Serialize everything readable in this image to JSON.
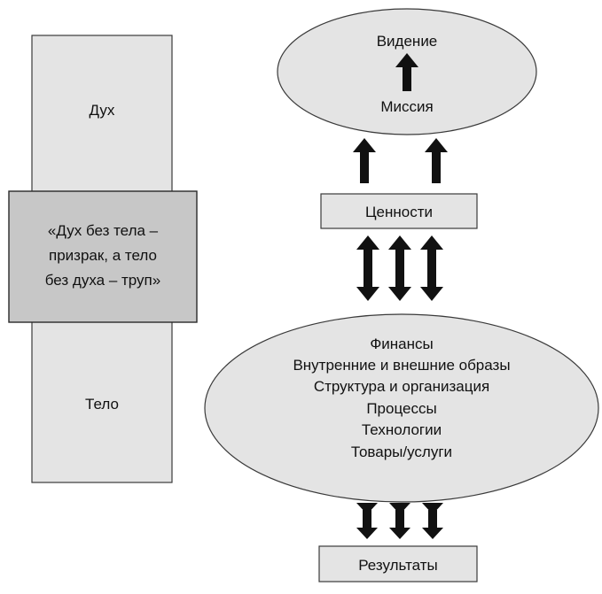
{
  "left_panel": {
    "spirit_label": "Дух",
    "body_label": "Тело",
    "quote": {
      "line1": "«Дух без тела –",
      "line2": "призрак, а тело",
      "line3": "без духа – труп»"
    }
  },
  "vision_ellipse": {
    "vision_label": "Видение",
    "mission_label": "Миссия"
  },
  "values_box": {
    "label": "Ценности"
  },
  "organization_ellipse": {
    "lines": [
      "Финансы",
      "Внутренние и внешние образы",
      "Структура и организация",
      "Процессы",
      "Технологии",
      "Товары/услуги"
    ]
  },
  "results_box": {
    "label": "Результаты"
  },
  "colors": {
    "shape_fill": "#e4e4e4",
    "quote_fill": "#c7c7c7",
    "arrow": "#111111"
  }
}
